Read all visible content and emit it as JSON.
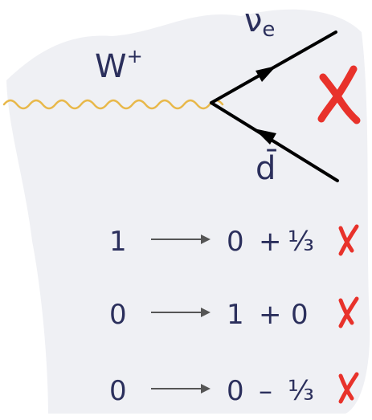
{
  "diagram": {
    "boson_label": "W",
    "boson_charge": "+",
    "outgoing_top_label": "ν",
    "outgoing_top_subscript": "e",
    "outgoing_bottom_label": "d̄",
    "verdict_mark": "✗",
    "colors": {
      "wavy_line": "#e8b84a",
      "fermion_lines": "#000000",
      "text": "#2b2f5c",
      "cross": "#e8322b",
      "arrows": "#555555",
      "background_blob": "#eff0f4"
    }
  },
  "conservation_rows": [
    {
      "initial": "1",
      "operator": "→",
      "term1": "0",
      "sign": "+",
      "term2": "⅓",
      "verdict": "✗"
    },
    {
      "initial": "0",
      "operator": "→",
      "term1": "1",
      "sign": "+",
      "term2": "0",
      "verdict": "✗"
    },
    {
      "initial": "0",
      "operator": "→",
      "term1": "0",
      "sign": "–",
      "term2": "⅓",
      "verdict": "✗"
    }
  ]
}
